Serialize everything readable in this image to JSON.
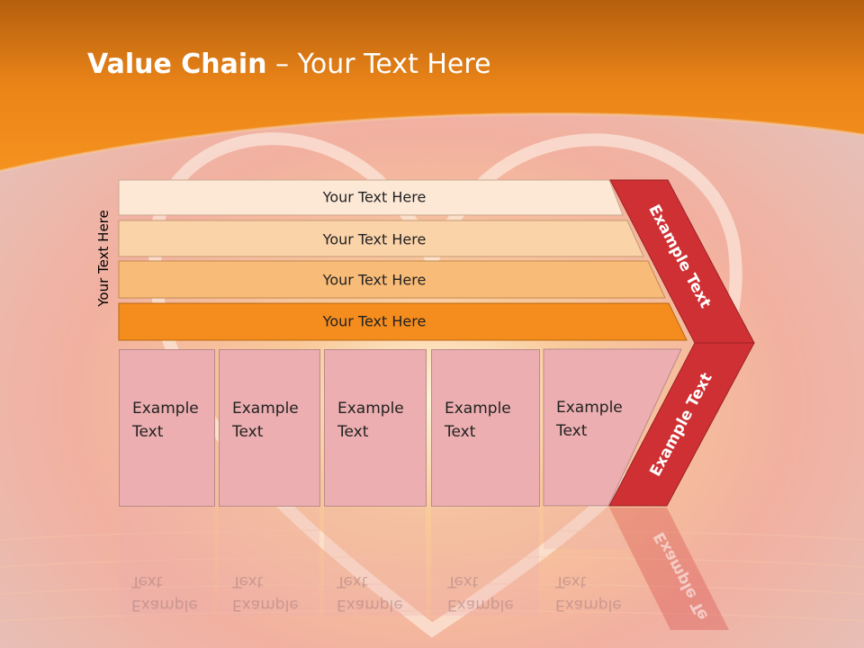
{
  "slide": {
    "title_bold": "Value Chain",
    "title_rest": " – Your Text Here",
    "vertical_label": "Your Text Here",
    "bars": [
      "Your Text Here",
      "Your Text Here",
      "Your Text Here",
      "Your Text Here"
    ],
    "boxes": [
      {
        "line1": "Example",
        "line2": "Text"
      },
      {
        "line1": "Example",
        "line2": "Text"
      },
      {
        "line1": "Example",
        "line2": "Text"
      },
      {
        "line1": "Example",
        "line2": "Text"
      },
      {
        "line1": "Example",
        "line2": "Text"
      }
    ],
    "chevron_top": "Example Text",
    "chevron_bottom": "Example Text",
    "reflection_chevron": "Example Te",
    "colors": {
      "header": "#f08a1c",
      "bar1": "#fde8d6",
      "bar2": "#fbd3a9",
      "bar3": "#f9bc78",
      "bar4": "#f58c1e",
      "boxes": "#ecaeb0",
      "chevron": "#cf3033"
    }
  }
}
